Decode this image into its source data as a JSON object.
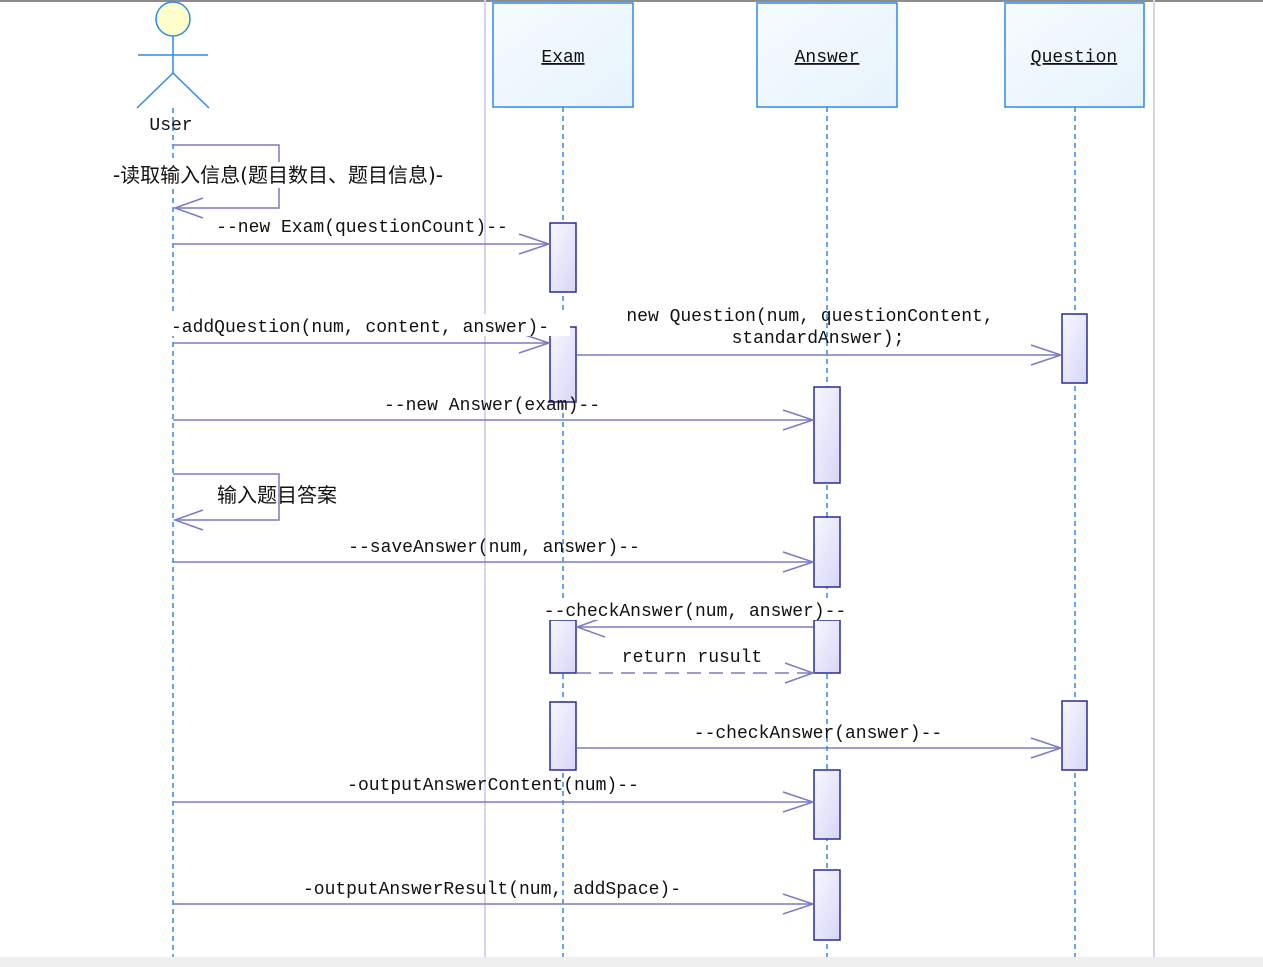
{
  "diagram": {
    "type": "sequence",
    "actor": {
      "id": "user",
      "name": "User"
    },
    "objects": [
      {
        "id": "exam",
        "name": "Exam"
      },
      {
        "id": "answer",
        "name": "Answer"
      },
      {
        "id": "question",
        "name": "Question"
      }
    ],
    "messages": [
      {
        "id": "m1",
        "from": "user",
        "to": "user",
        "kind": "self",
        "label": "-读取输入信息(题目数目、题目信息)-"
      },
      {
        "id": "m2",
        "from": "user",
        "to": "exam",
        "kind": "sync",
        "label": "--new Exam(questionCount)--"
      },
      {
        "id": "m3",
        "from": "user",
        "to": "exam",
        "kind": "sync",
        "label": "-addQuestion(num, content, answer)-"
      },
      {
        "id": "m4",
        "from": "exam",
        "to": "question",
        "kind": "sync",
        "label": "new Question(num, questionContent,",
        "label2": "standardAnswer);"
      },
      {
        "id": "m5",
        "from": "user",
        "to": "answer",
        "kind": "sync",
        "label": "--new Answer(exam)--"
      },
      {
        "id": "m6",
        "from": "user",
        "to": "user",
        "kind": "self",
        "label": "输入题目答案"
      },
      {
        "id": "m7",
        "from": "user",
        "to": "answer",
        "kind": "sync",
        "label": "--saveAnswer(num, answer)--"
      },
      {
        "id": "m8",
        "from": "answer",
        "to": "exam",
        "kind": "sync",
        "label": "--checkAnswer(num, answer)--"
      },
      {
        "id": "m9",
        "from": "exam",
        "to": "answer",
        "kind": "return",
        "label": "return rusult"
      },
      {
        "id": "m10",
        "from": "exam",
        "to": "question",
        "kind": "sync",
        "label": "--checkAnswer(answer)--"
      },
      {
        "id": "m11",
        "from": "user",
        "to": "answer",
        "kind": "sync",
        "label": "-outputAnswerContent(num)--"
      },
      {
        "id": "m12",
        "from": "user",
        "to": "answer",
        "kind": "sync",
        "label": "-outputAnswerResult(num, addSpace)-"
      }
    ]
  },
  "colors": {
    "lifeline": "#2e8ae6",
    "object_border": "#2e8ae6",
    "object_fill": "#eef7fd",
    "activation_border": "#2b2b94",
    "activation_fill": "#e4e4fa",
    "message_line": "#7b7bc4",
    "actor_head_fill": "#ffffcc",
    "actor_stroke": "#2e8ae6"
  }
}
